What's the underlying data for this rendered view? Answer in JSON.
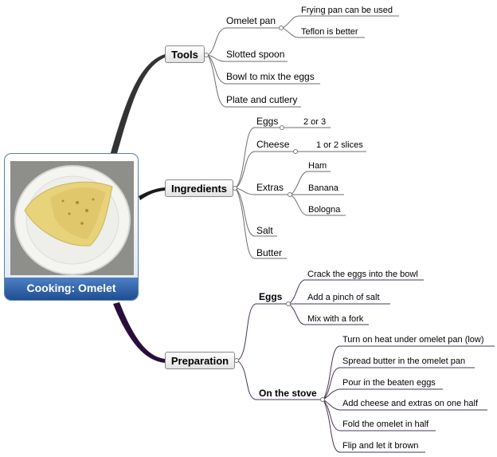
{
  "central": {
    "title": "Cooking: Omelet"
  },
  "branches": {
    "tools": {
      "label": "Tools",
      "items": [
        "Omelet pan",
        "Slotted spoon",
        "Bowl to mix the eggs",
        "Plate and cutlery"
      ],
      "pan_notes": [
        "Frying pan can be used",
        "Teflon is better"
      ]
    },
    "ingredients": {
      "label": "Ingredients",
      "items": [
        "Eggs",
        "Cheese",
        "Extras",
        "Salt",
        "Butter"
      ],
      "eggs_qty": "2 or 3",
      "cheese_qty": "1 or 2 slices",
      "extras": [
        "Ham",
        "Banana",
        "Bologna"
      ]
    },
    "preparation": {
      "label": "Preparation",
      "eggs": {
        "label": "Eggs",
        "steps": [
          "Crack the eggs into the bowl",
          "Add a pinch of salt",
          "Mix with a fork"
        ]
      },
      "stove": {
        "label": "On the stove",
        "steps": [
          "Turn on heat under omelet pan (low)",
          "Spread butter in the omelet pan",
          "Pour in the beaten eggs",
          "Add cheese and extras on one half",
          "Fold the omelet in half",
          "Flip and let it brown"
        ]
      }
    }
  },
  "colors": {
    "tools": "#333333",
    "ingredients": "#1a1a1a",
    "preparation": "#2a0e3a",
    "central_title": "#2a5aa0"
  }
}
